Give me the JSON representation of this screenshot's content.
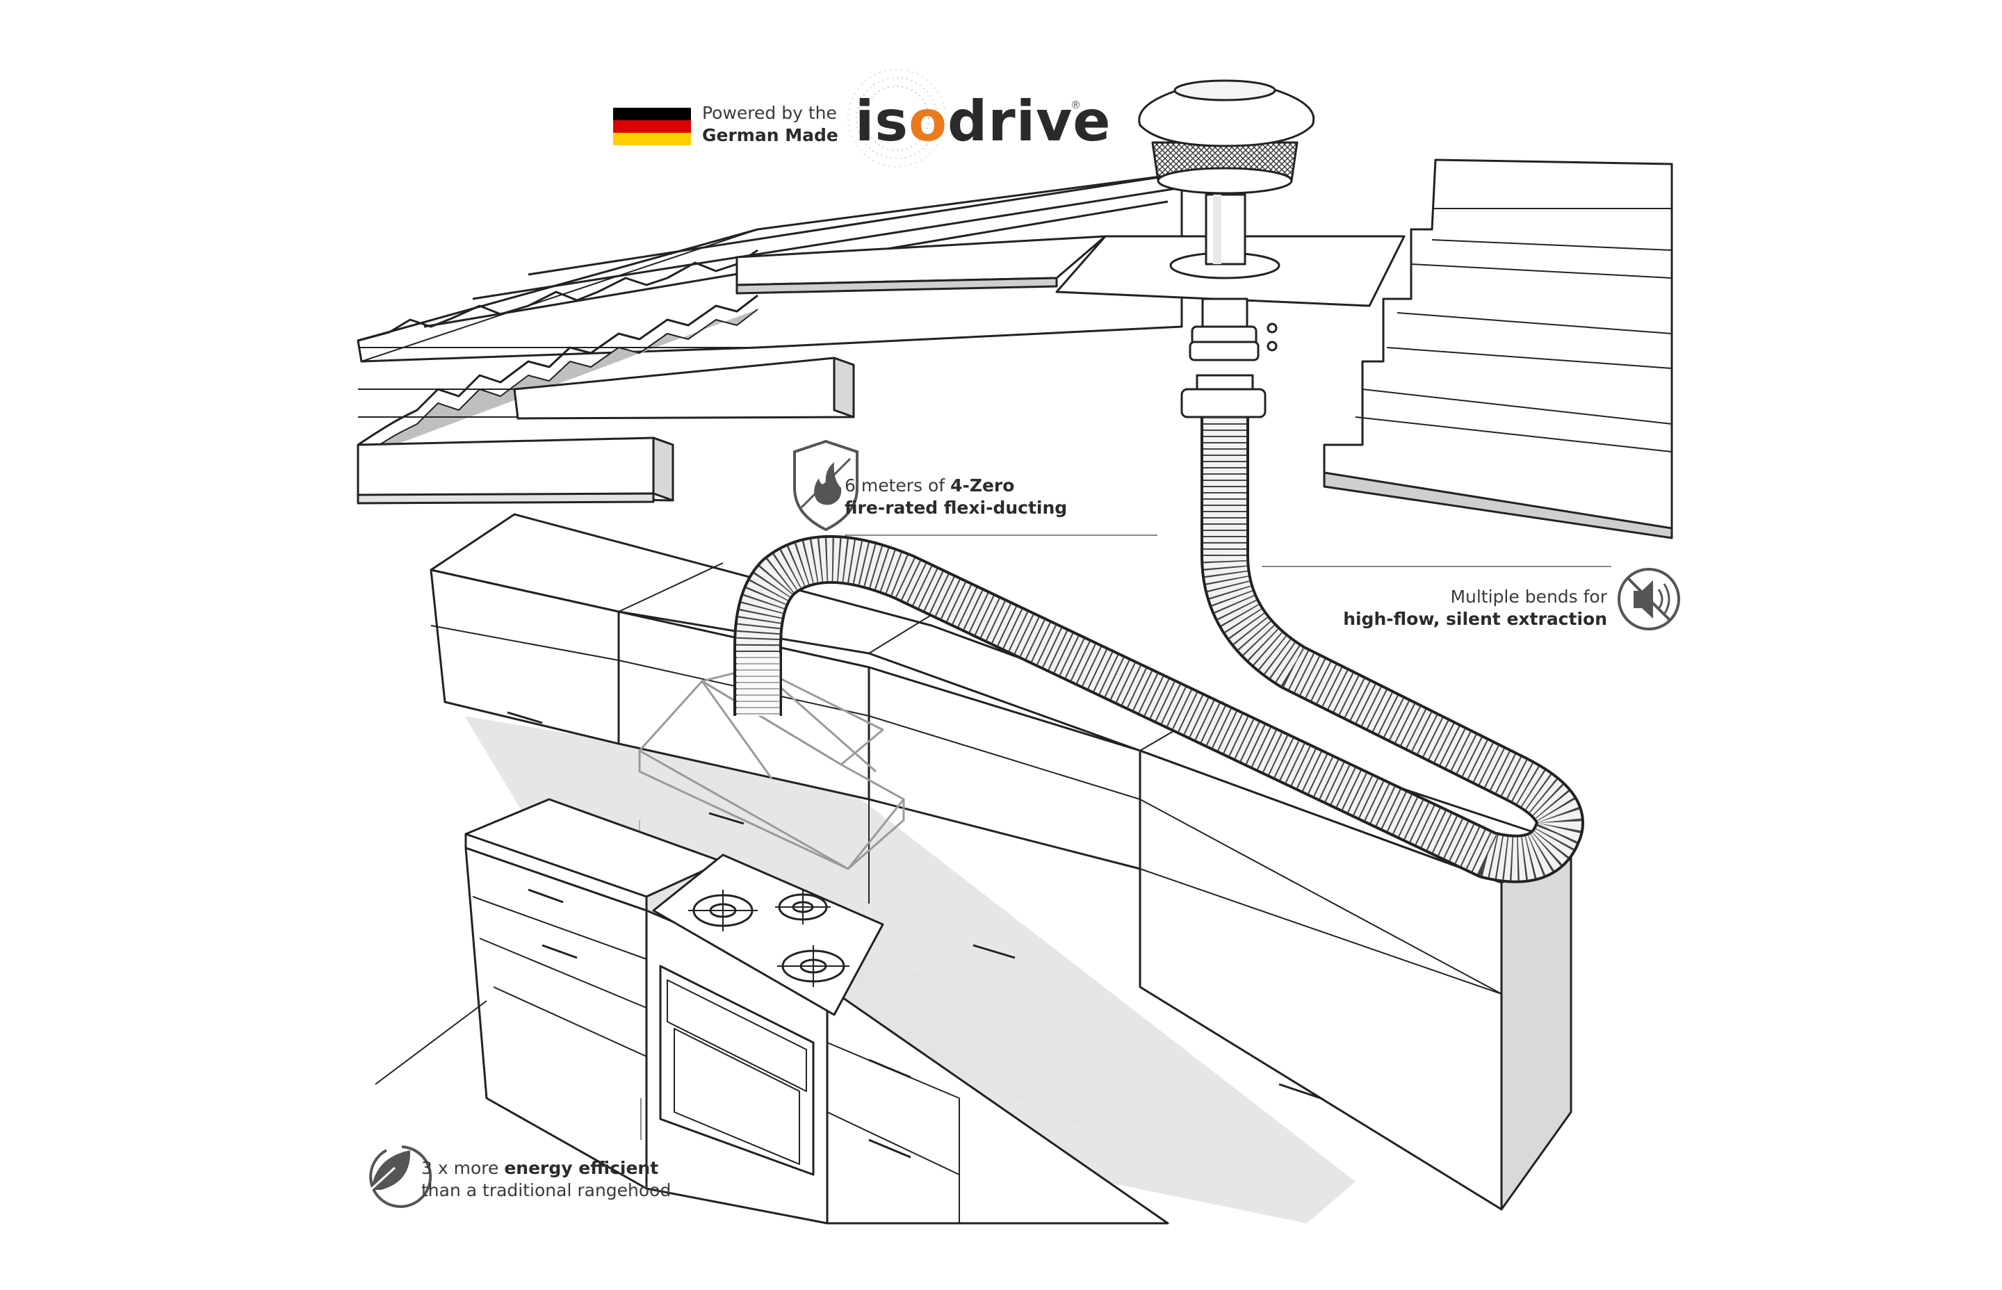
{
  "brand": {
    "powered_line1": "Powered by the",
    "powered_line2": "German Made",
    "logo_pre": "is",
    "logo_o": "o",
    "logo_post": "drive",
    "logo_mark": "®",
    "flag_colors": [
      "#000000",
      "#dd0000",
      "#ffce00"
    ],
    "accent": "#ea7a1e"
  },
  "callouts": {
    "ducting": {
      "prefix": "6 meters of ",
      "strong": "4-Zero",
      "line2": "fire-rated flexi-ducting",
      "icon": "fire-shield-icon"
    },
    "bends": {
      "line1": "Multiple bends for",
      "line2": "high-flow, silent extraction",
      "icon": "muted-speaker-icon"
    },
    "efficiency": {
      "prefix": "3 x more ",
      "strong": "energy efficient",
      "line2": "than a traditional rangehood",
      "icon": "leaf-icon"
    }
  }
}
